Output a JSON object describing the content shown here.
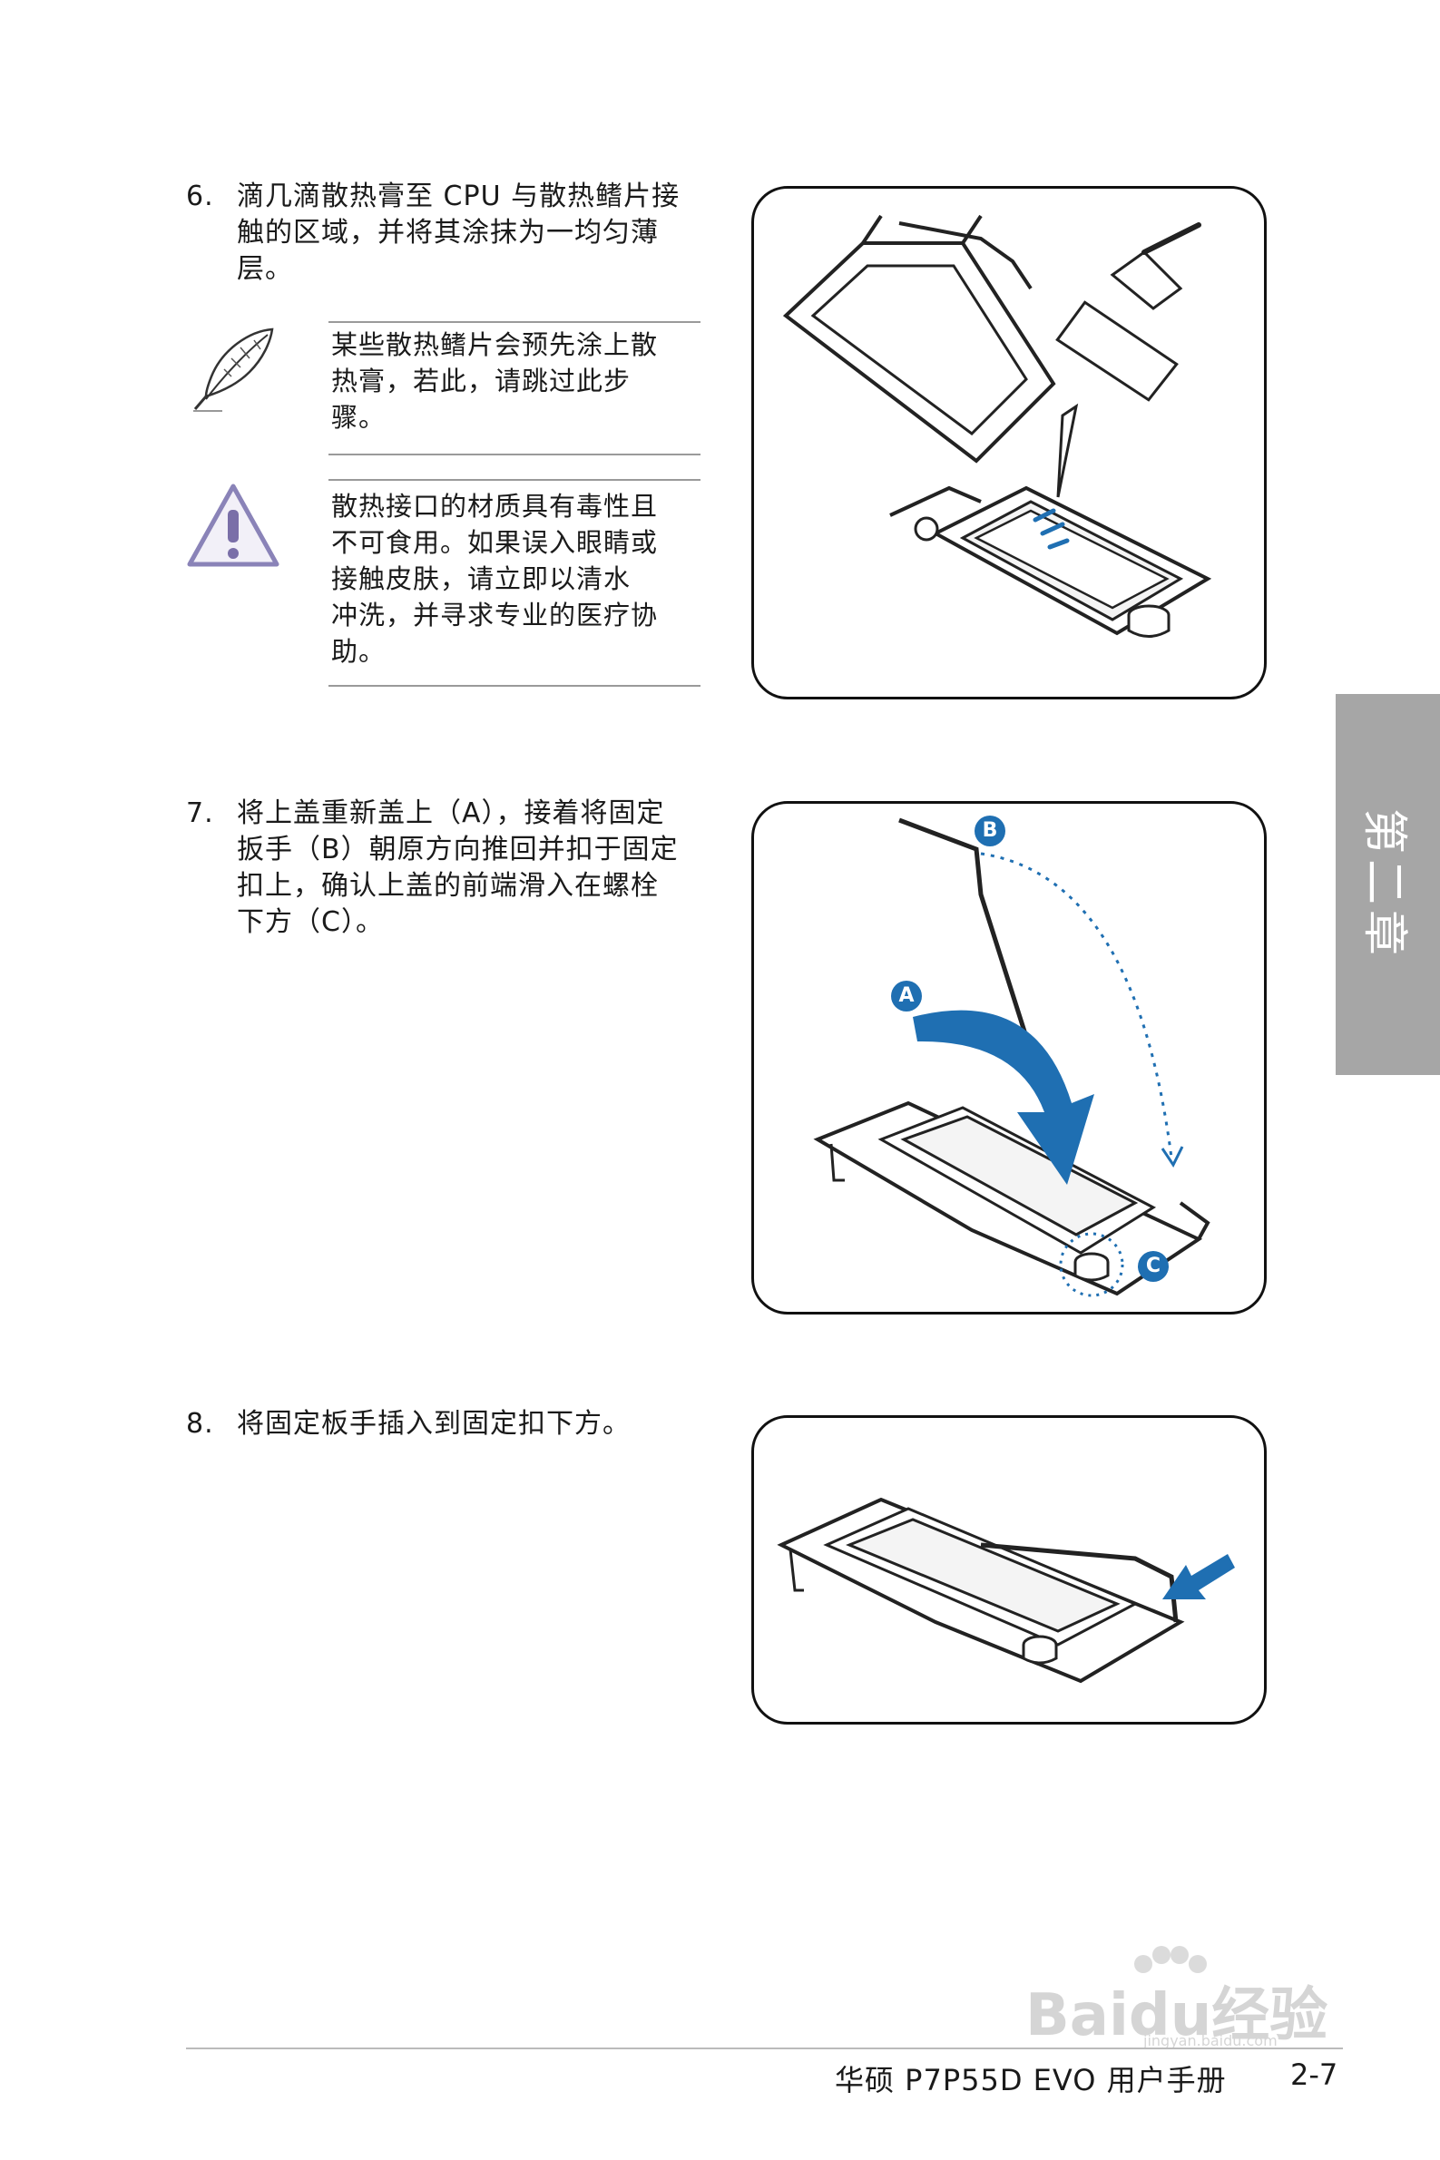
{
  "steps": [
    {
      "number": "6.",
      "lines": [
        "滴几滴散热膏至 CPU 与散热鳍片接",
        "触的区域，并将其涂抹为一均匀薄",
        "层。"
      ]
    },
    {
      "number": "7.",
      "lines": [
        "将上盖重新盖上（A），接着将固定",
        "扳手（B）朝原方向推回并扣于固定",
        "扣上，确认上盖的前端滑入在螺栓",
        "下方（C）。"
      ]
    },
    {
      "number": "8.",
      "lines": [
        "将固定板手插入到固定扣下方。"
      ]
    }
  ],
  "note": {
    "icon": "feather-pen-icon",
    "lines": [
      "某些散热鳍片会预先涂上散",
      "热膏，若此，请跳过此步",
      "骤。"
    ]
  },
  "warning": {
    "icon": "warning-triangle-icon",
    "lines": [
      "散热接口的材质具有毒性且",
      "不可食用。如果误入眼睛或",
      "接触皮肤，请立即以清水",
      "冲洗，并寻求专业的医疗协",
      "助。"
    ]
  },
  "figure_labels": {
    "a": "A",
    "b": "B",
    "c": "C"
  },
  "chapter_tab": "第二章",
  "footer": {
    "title": "华硕 P7P55D EVO 用户手册",
    "page": "2-7"
  },
  "watermark": {
    "text": "Baidu经验",
    "url": "jingyan.baidu.com"
  },
  "colors": {
    "accent_blue": "#1f6fb2",
    "tab_gray": "#a6a6a6",
    "note_icon": "#7a6fa8"
  }
}
